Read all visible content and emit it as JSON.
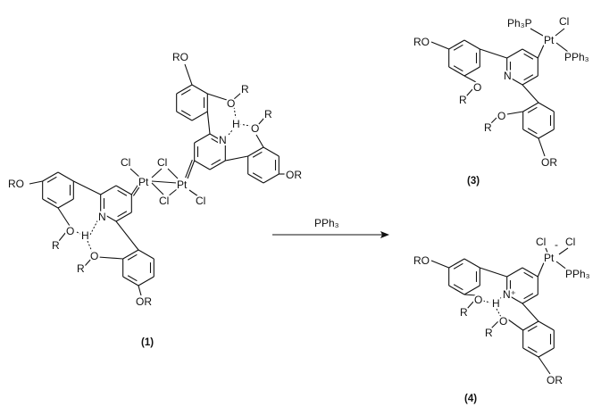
{
  "compound1": {
    "label": "(1)",
    "RO_left": "RO",
    "OR_bottom": "OR",
    "RO_top": "RO",
    "OR_right": "OR",
    "O1": "O",
    "R1": "R",
    "H1": "H",
    "O2": "O",
    "R2": "R",
    "N1": "N",
    "O3": "O",
    "R3": "R",
    "H2": "H",
    "O4": "O",
    "R4": "R",
    "N2": "N",
    "Pt1": "Pt",
    "Pt2": "Pt",
    "Cl1": "Cl",
    "Cl2": "Cl",
    "Cl3": "Cl",
    "Cl4": "Cl"
  },
  "arrow": {
    "reagent": "PPh₃"
  },
  "compound3": {
    "label": "(3)",
    "RO": "RO",
    "OR": "OR",
    "O1": "O",
    "R1": "R",
    "O2": "O",
    "R2": "R",
    "N": "N",
    "Pt": "Pt",
    "PPh3_top": "Ph₃P",
    "Cl": "Cl",
    "PPh3_right": "PPh₃"
  },
  "compound4": {
    "label": "(4)",
    "RO": "RO",
    "OR": "OR",
    "O1": "O",
    "R1": "R",
    "H": "H",
    "O2": "O",
    "R2": "R",
    "N": "N⁺",
    "Pt": "Pt",
    "charge": "-",
    "Cl1": "Cl",
    "Cl2": "Cl",
    "PPh3": "PPh₃"
  }
}
